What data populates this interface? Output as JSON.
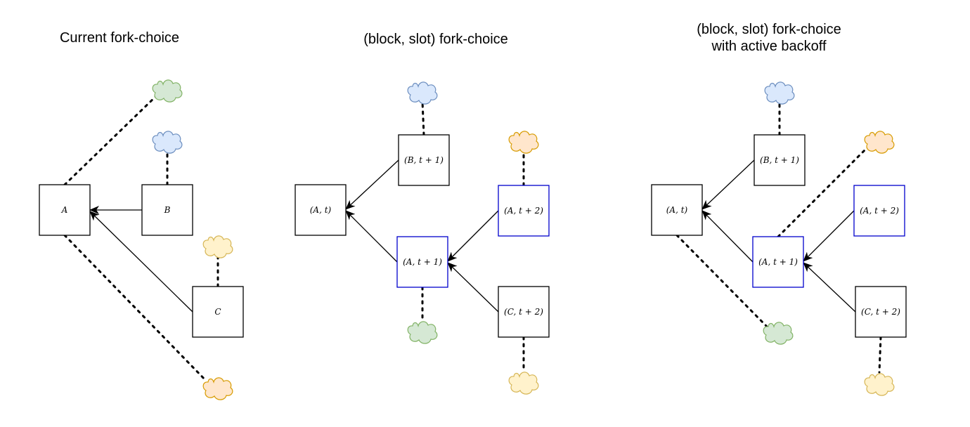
{
  "panels": [
    {
      "title_lines": [
        "Current fork-choice"
      ],
      "nodes": [
        {
          "id": "A",
          "label": "A"
        },
        {
          "id": "B",
          "label": "B"
        },
        {
          "id": "C",
          "label": "C"
        }
      ],
      "edges": [
        {
          "from": "B",
          "to": "A"
        },
        {
          "from": "C",
          "to": "A"
        }
      ],
      "votes": [
        {
          "color": "green",
          "to": "A"
        },
        {
          "color": "blue",
          "to": "B"
        },
        {
          "color": "yellow",
          "to": "C"
        },
        {
          "color": "orange",
          "to": "A"
        }
      ]
    },
    {
      "title_lines": [
        "(block, slot) fork-choice"
      ],
      "nodes": [
        {
          "id": "At",
          "label": "(A, t)"
        },
        {
          "id": "Bt1",
          "label": "(B, t + 1)"
        },
        {
          "id": "At1",
          "label": "(A, t + 1)",
          "highlight": true
        },
        {
          "id": "At2",
          "label": "(A, t + 2)",
          "highlight": true
        },
        {
          "id": "Ct2",
          "label": "(C, t + 2)"
        }
      ],
      "edges": [
        {
          "from": "Bt1",
          "to": "At"
        },
        {
          "from": "At1",
          "to": "At"
        },
        {
          "from": "At2",
          "to": "At1"
        },
        {
          "from": "Ct2",
          "to": "At1"
        }
      ],
      "votes": [
        {
          "color": "blue",
          "to": "Bt1"
        },
        {
          "color": "orange",
          "to": "At2"
        },
        {
          "color": "green",
          "to": "At1"
        },
        {
          "color": "yellow",
          "to": "Ct2"
        }
      ]
    },
    {
      "title_lines": [
        "(block, slot) fork-choice",
        "with active backoff"
      ],
      "nodes": [
        {
          "id": "At",
          "label": "(A, t)"
        },
        {
          "id": "Bt1",
          "label": "(B, t + 1)"
        },
        {
          "id": "At1",
          "label": "(A, t + 1)",
          "highlight": true
        },
        {
          "id": "At2",
          "label": "(A, t + 2)",
          "highlight": true
        },
        {
          "id": "Ct2",
          "label": "(C, t + 2)"
        }
      ],
      "edges": [
        {
          "from": "Bt1",
          "to": "At"
        },
        {
          "from": "At1",
          "to": "At"
        },
        {
          "from": "At2",
          "to": "At1"
        },
        {
          "from": "Ct2",
          "to": "At1"
        }
      ],
      "votes": [
        {
          "color": "blue",
          "to": "Bt1"
        },
        {
          "color": "orange",
          "to": "At1"
        },
        {
          "color": "green",
          "to": "At"
        },
        {
          "color": "yellow",
          "to": "Ct2"
        }
      ]
    }
  ],
  "colors": {
    "node_stroke": "#000000",
    "highlight_stroke": "#0000cc",
    "clouds": {
      "green": {
        "fill": "#d5e8d4",
        "stroke": "#82b366"
      },
      "blue": {
        "fill": "#dae8fc",
        "stroke": "#6c8ebf"
      },
      "yellow": {
        "fill": "#fff2cc",
        "stroke": "#d6b656"
      },
      "orange": {
        "fill": "#ffe6cc",
        "stroke": "#d79b00"
      }
    }
  },
  "icons": {
    "vote": "cloud-icon"
  }
}
